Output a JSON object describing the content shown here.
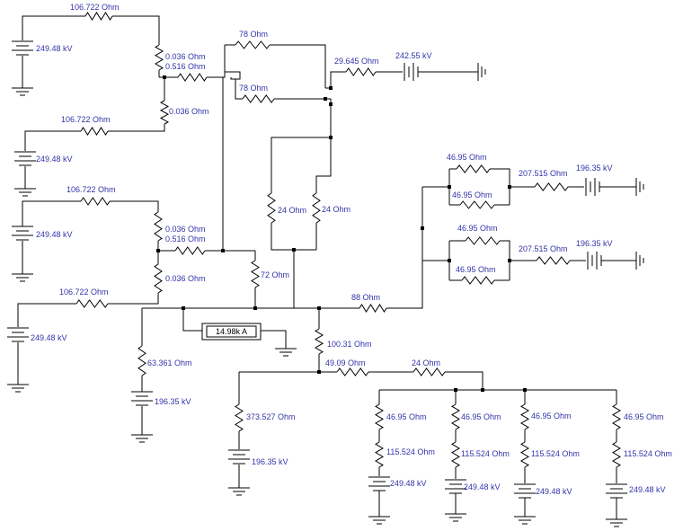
{
  "labels": {
    "r_top1": "106.722  Ohm",
    "v_top1": "249.48 kV",
    "r_top1b": "0.036  Ohm",
    "r_top1c": "0.516  Ohm",
    "r_top1d": "0.036  Ohm",
    "r_top2": "106.722  Ohm",
    "v_top2": "249.48 kV",
    "r_78a": "78  Ohm",
    "r_78b": "78  Ohm",
    "r_29": "29.645  Ohm",
    "v_242": "242.55 kV",
    "r_mid1": "106.722  Ohm",
    "v_mid1": "249.48 kV",
    "r_mid1b": "0.036  Ohm",
    "r_mid1c": "0.516  Ohm",
    "r_mid1d": "0.036  Ohm",
    "r_mid2": "106.722  Ohm",
    "v_mid2": "249.48 kV",
    "r_24a": "24  Ohm",
    "r_24b": "24  Ohm",
    "r_72": "72  Ohm",
    "r_4695a": "46.95  Ohm",
    "r_4695b": "46.95  Ohm",
    "r_207a": "207.515  Ohm",
    "v_196a": "196.35 kV",
    "r_4695c": "46.95  Ohm",
    "r_4695d": "46.95  Ohm",
    "r_207b": "207.515  Ohm",
    "v_196b": "196.35 kV",
    "r_88": "88  Ohm",
    "meter": "14.98k  A",
    "r_63": "63.361  Ohm",
    "v_196c": "196.35 kV",
    "r_100": "100.31  Ohm",
    "r_49": "49.09  Ohm",
    "r_24c": "24  Ohm",
    "r_373": "373.527  Ohm",
    "v_196d": "196.35 kV",
    "r_b1a": "46.95  Ohm",
    "r_b1b": "115.524  Ohm",
    "v_b1": "249.48 kV",
    "r_b2a": "46.95  Ohm",
    "r_b2b": "115.524  Ohm",
    "v_b2": "249.48 kV",
    "r_b3a": "46.95  Ohm",
    "r_b3b": "115.524  Ohm",
    "v_b3": "249.48 kV",
    "r_b4a": "46.95  Ohm",
    "r_b4b": "115.524  Ohm",
    "v_b4": "249.48 kV"
  }
}
